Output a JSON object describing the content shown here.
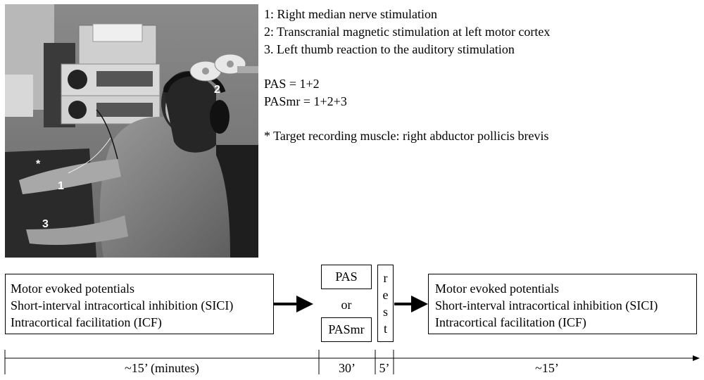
{
  "legend": {
    "item1": "1: Right median nerve stimulation",
    "item2": "2: Transcranial magnetic stimulation at left motor cortex",
    "item3": "3. Left thumb reaction to the auditory stimulation",
    "pas_def": "PAS = 1+2",
    "pasmr_def": "PASmr = 1+2+3",
    "target_note": "* Target recording muscle: right abductor pollicis brevis"
  },
  "photo": {
    "marker_star": "*",
    "marker_1": "1",
    "marker_2": "2",
    "marker_3": "3"
  },
  "flow": {
    "pre": {
      "line1": "Motor evoked potentials",
      "line2": "Short-interval intracortical inhibition (SICI)",
      "line3": "Intracortical facilitation (ICF)"
    },
    "pas": "PAS",
    "or": "or",
    "pasmr": "PASmr",
    "rest": [
      "r",
      "e",
      "s",
      "t"
    ],
    "post": {
      "line1": "Motor evoked potentials",
      "line2": "Short-interval intracortical inhibition (SICI)",
      "line3": "Intracortical facilitation (ICF)"
    }
  },
  "timeline": {
    "seg1": "~15’ (minutes)",
    "seg2": "30’",
    "seg3": "5’",
    "seg4": "~15’"
  }
}
